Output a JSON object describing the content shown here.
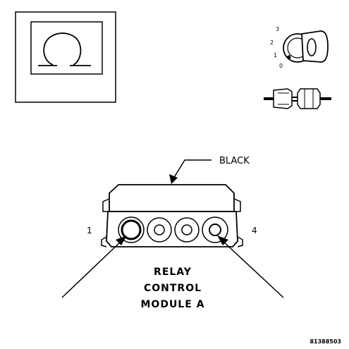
{
  "meter_icon": {
    "symbol": "Ω",
    "icon": "ohmmeter-icon"
  },
  "ignition_icon": {
    "icon": "ignition-key-icon",
    "positions": [
      "3",
      "2",
      "1",
      "0"
    ]
  },
  "connector_icon": {
    "icon": "disconnected-connector-icon"
  },
  "connector": {
    "color_label": "BLACK",
    "pin_labels": [
      "1",
      "4"
    ]
  },
  "module_label": {
    "line1": "RELAY",
    "line2": "CONTROL",
    "line3": "MODULE A"
  },
  "figure_id": "81388503"
}
